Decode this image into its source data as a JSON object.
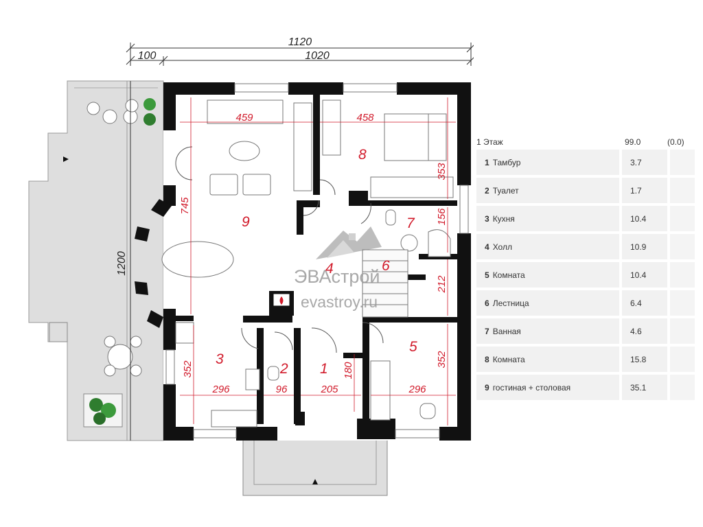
{
  "plan": {
    "dimensions": {
      "total_width": "1120",
      "terrace_width": "100",
      "house_width": "1020",
      "depth": "1200",
      "d459": "459",
      "d458": "458",
      "d745": "745",
      "d353": "353",
      "d156": "156",
      "d212": "212",
      "d352_left": "352",
      "d352_right": "352",
      "d296_left": "296",
      "d96": "96",
      "d205": "205",
      "d180": "180",
      "d296_right": "296"
    },
    "room_numbers": [
      "1",
      "2",
      "3",
      "4",
      "5",
      "6",
      "7",
      "8",
      "9"
    ],
    "watermark": {
      "brand": "ЭВАстрой",
      "site": "evastroy.ru"
    }
  },
  "table": {
    "header": {
      "floor": "1 Этаж",
      "total": "99.0",
      "extra": "(0.0)"
    },
    "rows": [
      {
        "num": "1",
        "name": "Тамбур",
        "area": "3.7"
      },
      {
        "num": "2",
        "name": "Туалет",
        "area": "1.7"
      },
      {
        "num": "3",
        "name": "Кухня",
        "area": "10.4"
      },
      {
        "num": "4",
        "name": "Холл",
        "area": "10.9"
      },
      {
        "num": "5",
        "name": "Комната",
        "area": "10.4"
      },
      {
        "num": "6",
        "name": "Лестница",
        "area": "6.4"
      },
      {
        "num": "7",
        "name": "Ванная",
        "area": "4.6"
      },
      {
        "num": "8",
        "name": "Комната",
        "area": "15.8"
      },
      {
        "num": "9",
        "name": "гостиная + столовая",
        "area": "35.1"
      }
    ]
  },
  "colors": {
    "dimension": "#d11a2a",
    "wall": "#111111",
    "terrace": "#dcdcdc"
  }
}
